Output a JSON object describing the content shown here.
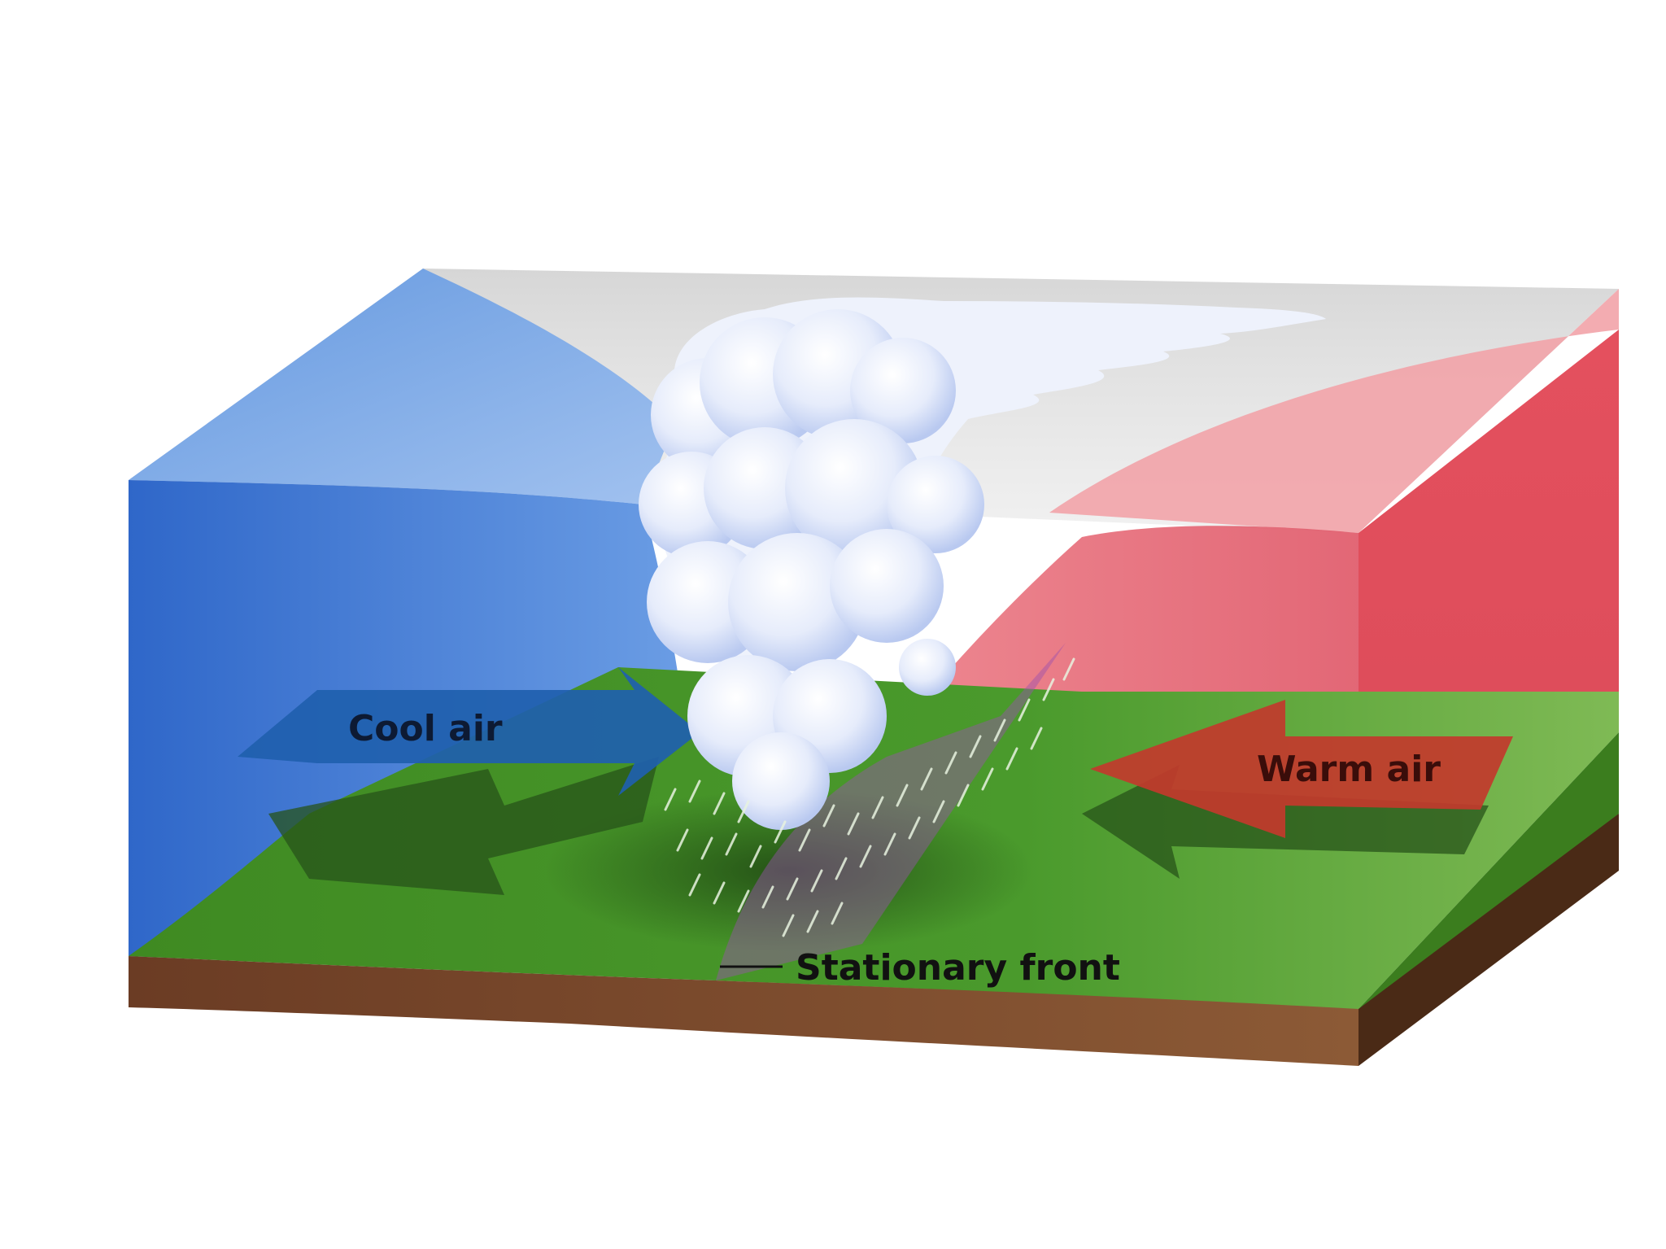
{
  "labels": {
    "cool_air": "Cool air",
    "warm_air": "Warm air",
    "stationary_front": "Stationary front"
  },
  "colors": {
    "cool_air_mass": "#3f7fd6",
    "warm_air_mass": "#e05a68",
    "ground_green": "#4c9a2a",
    "soil_brown": "#7a4a2c",
    "cool_arrow": "#1f5fae",
    "warm_arrow": "#c23a2c",
    "label_text": "#111111"
  },
  "icons": {
    "cloud": "cumulonimbus-cloud-icon",
    "rain": "rain-streaks-icon",
    "cool_arrow": "left-arrow-icon",
    "warm_arrow": "left-arrow-icon"
  }
}
